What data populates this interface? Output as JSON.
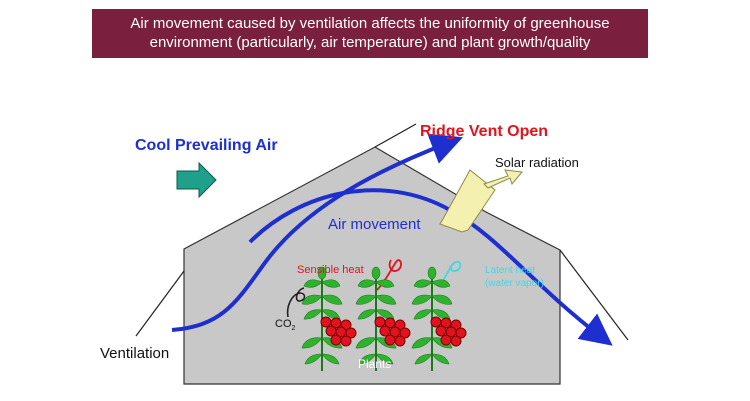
{
  "banner": {
    "line1": "Air movement caused by ventilation affects the uniformity of greenhouse",
    "line2": "environment (particularly, air temperature) and plant growth/quality"
  },
  "labels": {
    "cool_air": "Cool Prevailing Air",
    "ridge_vent": "Ridge Vent Open",
    "solar": "Solar radiation",
    "air_movement": "Air movement",
    "sensible_heat": "Sensible heat",
    "latent_heat_1": "Latent heat",
    "latent_heat_2": "(water vapor)",
    "co2": "CO",
    "co2_sub": "2",
    "ventilation": "Ventilation",
    "plants": "Plants"
  },
  "colors": {
    "banner_bg": "#7a1f3d",
    "house_fill": "#c8c8c8",
    "air_flow": "#1f2fcf",
    "sensible": "#e0141e",
    "latent": "#40d8e8",
    "arrow_teal": "#1fa08a",
    "sun_beam": "#f4f0b0",
    "plant_green": "#2fb32f",
    "tomato": "#e0141e"
  }
}
